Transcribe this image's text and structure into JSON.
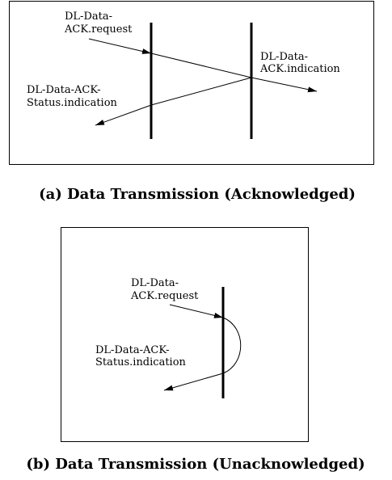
{
  "panel_a": {
    "request_label_line1": "DL-Data-",
    "request_label_line2": "ACK.request",
    "indication_label_line1": "DL-Data-",
    "indication_label_line2": "ACK.indication",
    "status_label_line1": "DL-Data-ACK-",
    "status_label_line2": "Status.indication",
    "caption": "(a) Data Transmission (Acknowledged)"
  },
  "panel_b": {
    "request_label_line1": "DL-Data-",
    "request_label_line2": "ACK.request",
    "status_label_line1": "DL-Data-ACK-",
    "status_label_line2": "Status.indication",
    "caption": "(b) Data Transmission (Unacknowledged)"
  }
}
